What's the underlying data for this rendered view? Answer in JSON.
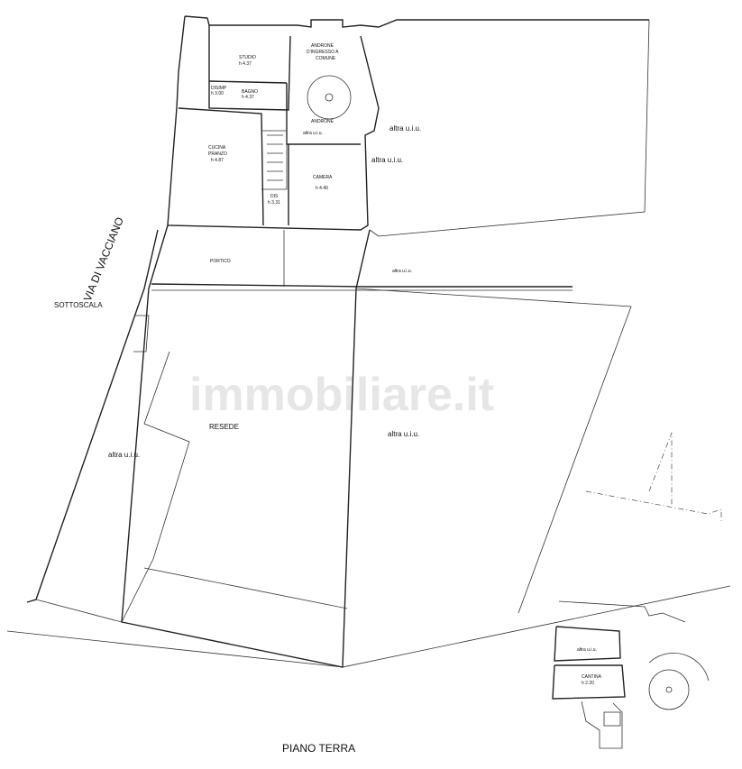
{
  "watermark": "immobiliare.it",
  "street": "VIA DI VACCIANO",
  "floor_title": "PIANO TERRA",
  "rooms": {
    "studio": {
      "name": "STUDIO",
      "height": "h 4.37"
    },
    "androne_comune": {
      "line1": "ANDRONE",
      "line2": "D'INGRESSO A",
      "line3": "COMUNE"
    },
    "disimp1": {
      "name": "DISIMP",
      "height": "h 3.00"
    },
    "bagno": {
      "name": "BAGNO",
      "height": "h 4.37"
    },
    "cucina": {
      "line1": "CUCINA",
      "line2": "PRANZO",
      "height": "h 4.87"
    },
    "androne": {
      "name": "ANDRONE"
    },
    "camera": {
      "name": "CAMERA",
      "height": "h 4.40"
    },
    "disimp2": {
      "name": "DIS",
      "height": "h 3.31"
    },
    "portico": {
      "name": "PORTICO"
    },
    "resede": {
      "name": "RESEDE"
    },
    "sottoscala": {
      "name": "SOTTOSCALA"
    },
    "cantina": {
      "name": "CANTINA",
      "height": "h 2.20"
    }
  },
  "other_unit": "altra u.i.u."
}
